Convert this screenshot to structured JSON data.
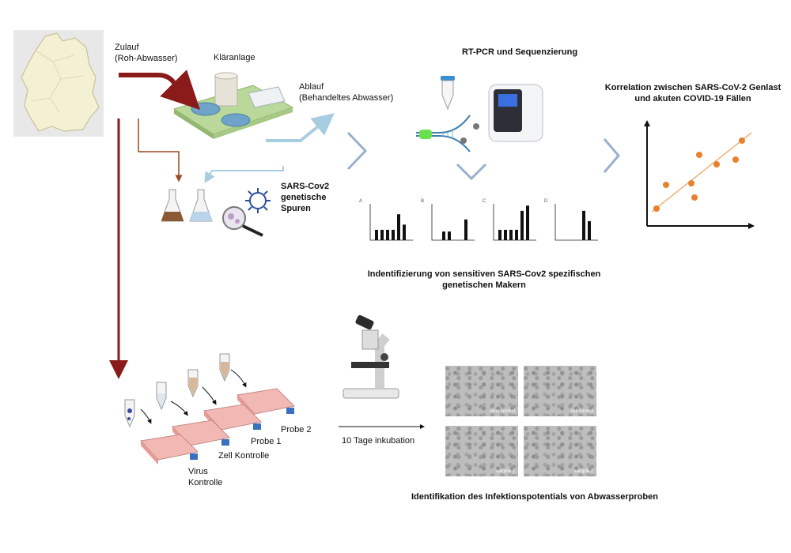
{
  "labels": {
    "zulauf": "Zulauf",
    "zulauf_sub": "(Roh-Abwasser)",
    "klaeranlage": "Kläranlage",
    "ablauf": "Ablauf",
    "ablauf_sub": "(Behandeltes Abwasser)",
    "rtpcr": "RT-PCR und Sequenzierung",
    "korrelation_line1": "Korrelation zwischen SARS-CoV-2 Genlast",
    "korrelation_line2": "und akuten COVID-19 Fällen",
    "spuren_line1": "SARS-Cov2",
    "spuren_line2": "genetische",
    "spuren_line3": "Spuren",
    "marker_line1": "Indentifizierung von sensitiven SARS-Cov2 spezifischen",
    "marker_line2": "genetischen Makern",
    "probe2": "Probe 2",
    "probe1": "Probe 1",
    "zell_kontrolle": "Zell Kontrolle",
    "virus": "Virus",
    "kontrolle": "Kontrolle",
    "inkubation": "10 Tage inkubation",
    "infektion": "Identifikation des Infektionspotentials von Abwasserproben"
  },
  "micrographs": [
    {
      "label": "virus control"
    },
    {
      "label": "cell control"
    },
    {
      "label": "sample 1"
    },
    {
      "label": "sample 2"
    }
  ],
  "mini_charts": [
    {
      "panel": "A",
      "values": [
        0.3,
        0.3,
        0.3,
        0.3,
        0.75,
        0.45
      ]
    },
    {
      "panel": "B",
      "values": [
        0,
        0.25,
        0.25,
        0,
        0,
        0.6
      ]
    },
    {
      "panel": "C",
      "values": [
        0.3,
        0.3,
        0.3,
        0.3,
        0.85,
        1.0
      ]
    },
    {
      "panel": "D",
      "values": [
        0,
        0,
        0,
        0,
        0.85,
        0.55
      ]
    }
  ],
  "colors": {
    "arrow_red": "#8b1a1a",
    "arrow_brown": "#9a4a1f",
    "arrow_lightblue": "#a9cde0",
    "chevron": "#9ab0cc",
    "scatter_point": "#e8812c",
    "trend": "#f0b27a"
  },
  "icons": [
    "germany-map-icon",
    "treatment-plant-icon",
    "flask-icon",
    "virus-icon",
    "magnifier-icon",
    "tube-icon",
    "pcr-machine-icon",
    "microscope-icon",
    "cell-flask-icon"
  ]
}
